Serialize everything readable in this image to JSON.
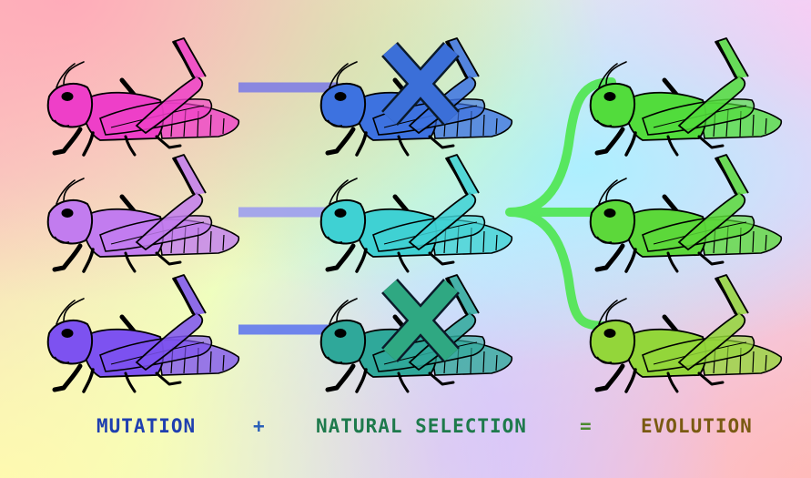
{
  "caption": {
    "mutation": "MUTATION",
    "plus": "+",
    "natural_selection": "NATURAL SELECTION",
    "equals": "=",
    "evolution": "EVOLUTION"
  },
  "colors": {
    "caption_mutation": "#1f3fb0",
    "caption_plus": "#2a5fb8",
    "caption_selection": "#1e7a4c",
    "caption_equals": "#4c8a30",
    "caption_evolution": "#7a5a12",
    "branch": "#4ee64e"
  },
  "grasshoppers": [
    {
      "id": "parent-1",
      "color": "#ee3fc8",
      "eliminated": false
    },
    {
      "id": "parent-2",
      "color": "#c27cef",
      "eliminated": false
    },
    {
      "id": "parent-3",
      "color": "#7d52f0",
      "eliminated": false
    },
    {
      "id": "offspring-1",
      "color": "#3d72e0",
      "eliminated": true,
      "cross_color": "#3b6fd8"
    },
    {
      "id": "offspring-2",
      "color": "#3fd1d3",
      "eliminated": false
    },
    {
      "id": "offspring-3",
      "color": "#2fa89a",
      "eliminated": true,
      "cross_color": "#2fa882"
    },
    {
      "id": "descendant-1",
      "color": "#52dc3c",
      "eliminated": false
    },
    {
      "id": "descendant-2",
      "color": "#5cd83a",
      "eliminated": false
    },
    {
      "id": "descendant-3",
      "color": "#93d63a",
      "eliminated": false
    }
  ],
  "links": [
    {
      "id": "link-row-1",
      "color": "#7a7ae8"
    },
    {
      "id": "link-row-2",
      "color": "#9a9af2"
    },
    {
      "id": "link-row-3",
      "color": "#5a72f0"
    }
  ]
}
